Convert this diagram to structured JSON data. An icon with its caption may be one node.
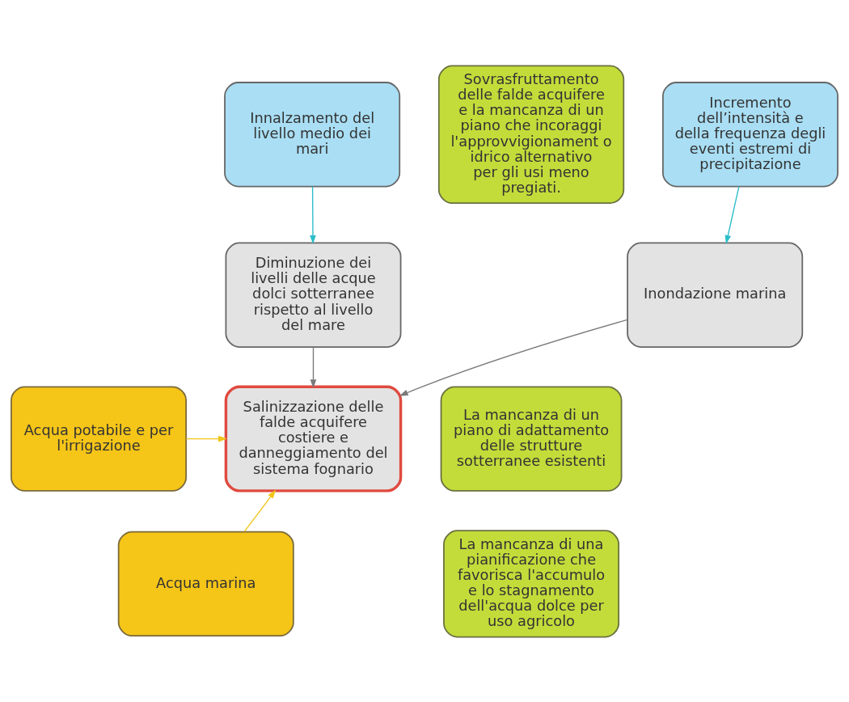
{
  "diagram": {
    "nodes": [
      {
        "text": [
          "Incremento dell’intensità e della frequenza degli eventi estremi di precipitazione"
        ]
      },
      {
        "text": [
          "Innalzamento del livello medio dei mari"
        ]
      },
      {
        "text": [
          "Inondazione marina"
        ]
      },
      {
        "text": [
          "Diminuzione dei livelli delle acque dolci sotterranee rispetto al livello del mare"
        ]
      },
      {
        "text": [
          "Salinizzazione delle falde acquifere costiere e danneggiamento del sistema fognario"
        ]
      },
      {
        "text": [
          "Acqua potabile e per l'irrigazione"
        ]
      },
      {
        "text": [
          "Acqua marina"
        ]
      },
      {
        "text": [
          "Sovrasfruttamento delle falde acquifere e la mancanza di un piano che incoraggi l'approvvigionament o idrico alternativo per gli usi meno pregiati."
        ]
      },
      {
        "text": [
          "La mancanza di un piano di adattamento delle strutture sotterranee esistenti"
        ]
      },
      {
        "text": [
          "La mancanza di una pianificazione che favorisca l'accumulo e lo stagnamento dell'acqua dolce per uso agricolo"
        ]
      }
    ],
    "edges": [
      {
        "from": 0,
        "to": 2,
        "arrow": "to",
        "color": "#2bbdc9"
      },
      {
        "from": 1,
        "to": 3,
        "arrow": "to",
        "color": "#2bbdc9"
      },
      {
        "from": 2,
        "to": 4,
        "arrow": "to",
        "color": "#7a7a7a"
      },
      {
        "from": 3,
        "to": 4,
        "arrow": "to",
        "color": "#7a7a7a"
      },
      {
        "from": 5,
        "to": 4,
        "arrow": "to",
        "color": "#f0c419"
      },
      {
        "from": 6,
        "to": 4,
        "arrow": "to",
        "color": "#f0c419"
      }
    ]
  }
}
